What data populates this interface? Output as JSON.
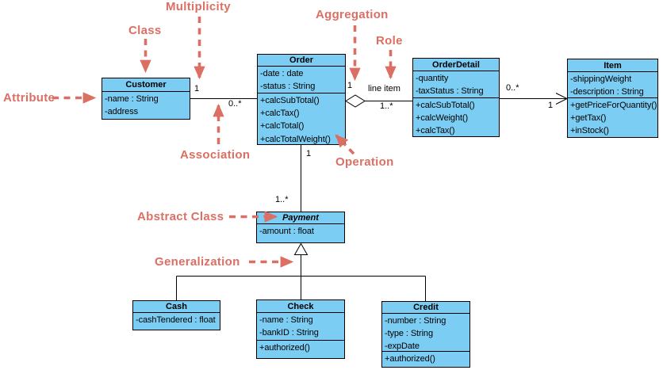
{
  "colors": {
    "class_fill": "#7CCDF4",
    "class_border": "#000000",
    "annotation_red": "#DB6F63",
    "background": "#FFFFFF"
  },
  "classes": [
    {
      "name": "Customer",
      "abstract": false,
      "attributes": [
        "-name : String",
        "-address"
      ],
      "operations": []
    },
    {
      "name": "Order",
      "abstract": false,
      "attributes": [
        "-date : date",
        "-status : String"
      ],
      "operations": [
        "+calcSubTotal()",
        "+calcTax()",
        "+calcTotal()",
        "+calcTotalWeight()"
      ]
    },
    {
      "name": "OrderDetail",
      "abstract": false,
      "attributes": [
        "-quantity",
        "-taxStatus : String"
      ],
      "operations": [
        "+calcSubTotal()",
        "+calcWeight()",
        "+calcTax()"
      ]
    },
    {
      "name": "Item",
      "abstract": false,
      "attributes": [
        "-shippingWeight",
        "-description : String"
      ],
      "operations": [
        "+getPriceForQuantity()",
        "+getTax()",
        "+inStock()"
      ]
    },
    {
      "name": "Payment",
      "abstract": true,
      "attributes": [
        "-amount : float"
      ],
      "operations": []
    },
    {
      "name": "Cash",
      "abstract": false,
      "attributes": [
        "-cashTendered : float"
      ],
      "operations": []
    },
    {
      "name": "Check",
      "abstract": false,
      "attributes": [
        "-name : String",
        "-bankID : String"
      ],
      "operations": [
        "+authorized()"
      ]
    },
    {
      "name": "Credit",
      "abstract": false,
      "attributes": [
        "-number : String",
        "-type : String",
        "-expDate"
      ],
      "operations": [
        "+authorized()"
      ]
    }
  ],
  "annotations": {
    "multiplicity": "Multiplicity",
    "class_label": "Class",
    "aggregation": "Aggregation",
    "role": "Role",
    "attribute": "Attribute",
    "association": "Association",
    "operation": "Operation",
    "abstract_class": "Abstract Class",
    "generalization": "Generalization"
  },
  "edge_labels": {
    "customer_order_one": "1",
    "customer_order_many": "0..*",
    "aggregation_one": "1",
    "role_line_item": "line item",
    "order_detail_many": "1..*",
    "detail_item_many": "0..*",
    "detail_item_one": "1",
    "order_payment_one": "1",
    "order_payment_many": "1..*"
  }
}
